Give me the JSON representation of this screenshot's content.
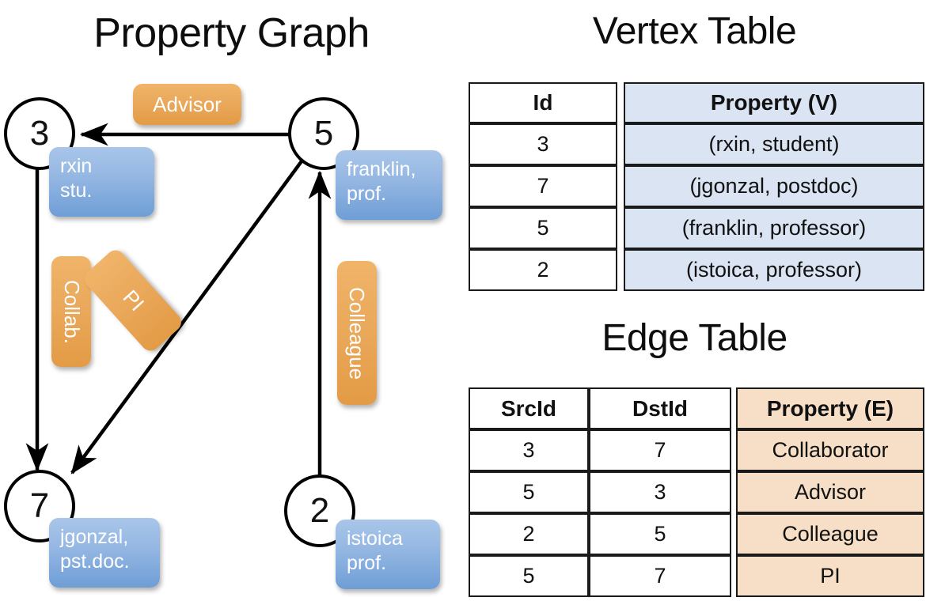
{
  "titles": {
    "property_graph": "Property Graph",
    "vertex_table": "Vertex Table",
    "edge_table": "Edge Table"
  },
  "graph": {
    "nodes": [
      {
        "id": "3",
        "label": "rxin\nstu."
      },
      {
        "id": "5",
        "label": "franklin,\nprof."
      },
      {
        "id": "7",
        "label": "jgonzal,\npst.doc."
      },
      {
        "id": "2",
        "label": "istoica\nprof."
      }
    ],
    "edges": [
      {
        "from": "5",
        "to": "3",
        "label": "Advisor"
      },
      {
        "from": "3",
        "to": "7",
        "label": "Collab."
      },
      {
        "from": "5",
        "to": "7",
        "label": "PI"
      },
      {
        "from": "2",
        "to": "5",
        "label": "Colleague"
      }
    ]
  },
  "vertex_table": {
    "headers": [
      "Id",
      "Property (V)"
    ],
    "rows": [
      {
        "id": "3",
        "property": "(rxin, student)"
      },
      {
        "id": "7",
        "property": "(jgonzal, postdoc)"
      },
      {
        "id": "5",
        "property": "(franklin, professor)"
      },
      {
        "id": "2",
        "property": "(istoica, professor)"
      }
    ]
  },
  "edge_table": {
    "headers": [
      "SrcId",
      "DstId",
      "Property (E)"
    ],
    "rows": [
      {
        "src": "3",
        "dst": "7",
        "property": "Collaborator"
      },
      {
        "src": "5",
        "dst": "3",
        "property": "Advisor"
      },
      {
        "src": "2",
        "dst": "5",
        "property": "Colleague"
      },
      {
        "src": "5",
        "dst": "7",
        "property": "PI"
      }
    ]
  },
  "colors": {
    "vertex_fill": "#dbe4f3",
    "edge_fill": "#f6dfc6",
    "node_label_blue": "#93b6e2",
    "edge_label_orange": "#eaa95c",
    "border": "#1a1a1a"
  }
}
